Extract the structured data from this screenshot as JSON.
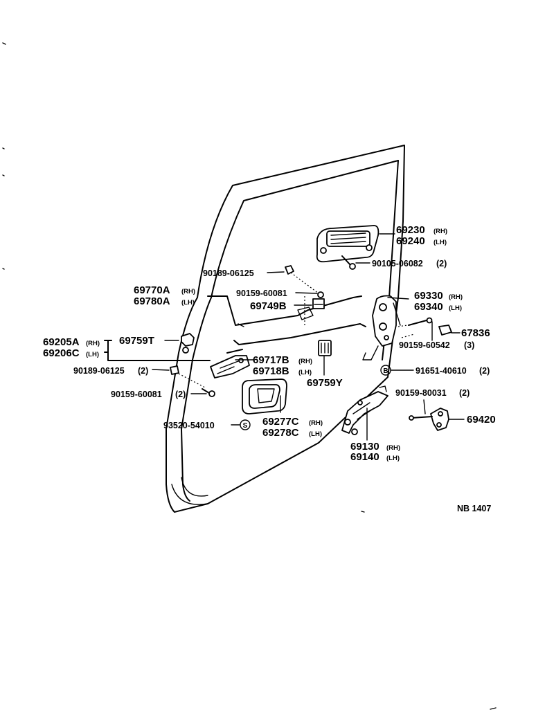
{
  "callouts": {
    "c69230": {
      "top": "69230",
      "top_side": "(RH)",
      "bottom": "69240",
      "bottom_side": "(LH)"
    },
    "c90105": {
      "num": "90105-06082",
      "qty": "(2)"
    },
    "c90189_top": {
      "num": "90189-06125"
    },
    "c90159_top": {
      "num": "90159-60081"
    },
    "c69749": {
      "num": "69749B"
    },
    "c69770": {
      "top": "69770A",
      "top_side": "(RH)",
      "bottom": "69780A",
      "bottom_side": "(LH)"
    },
    "c69330": {
      "top": "69330",
      "top_side": "(RH)",
      "bottom": "69340",
      "bottom_side": "(LH)"
    },
    "c67836": {
      "num": "67836"
    },
    "c90159_60542": {
      "num": "90159-60542",
      "qty": "(3)"
    },
    "c69205": {
      "top": "69205A",
      "top_side": "(RH)",
      "bottom": "69206C",
      "bottom_side": "(LH)"
    },
    "c69759t": {
      "num": "69759T"
    },
    "c69717": {
      "top": "69717B",
      "top_side": "(RH)",
      "bottom": "69718B",
      "bottom_side": "(LH)"
    },
    "c69759y": {
      "num": "69759Y"
    },
    "c91651": {
      "symbol": "B",
      "num": "91651-40610",
      "qty": "(2)"
    },
    "c90189_left": {
      "num": "90189-06125",
      "qty": "(2)"
    },
    "c90159_left": {
      "num": "90159-60081",
      "qty": "(2)"
    },
    "c90159_80031": {
      "num": "90159-80031",
      "qty": "(2)"
    },
    "c69420": {
      "num": "69420"
    },
    "c93520": {
      "num": "93520-54010",
      "symbol": "S"
    },
    "c69277": {
      "top": "69277C",
      "top_side": "(RH)",
      "bottom": "69278C",
      "bottom_side": "(LH)"
    },
    "c69130": {
      "top": "69130",
      "top_side": "(RH)",
      "bottom": "69140",
      "bottom_side": "(LH)"
    }
  },
  "footer": {
    "code": "NB  1407"
  }
}
